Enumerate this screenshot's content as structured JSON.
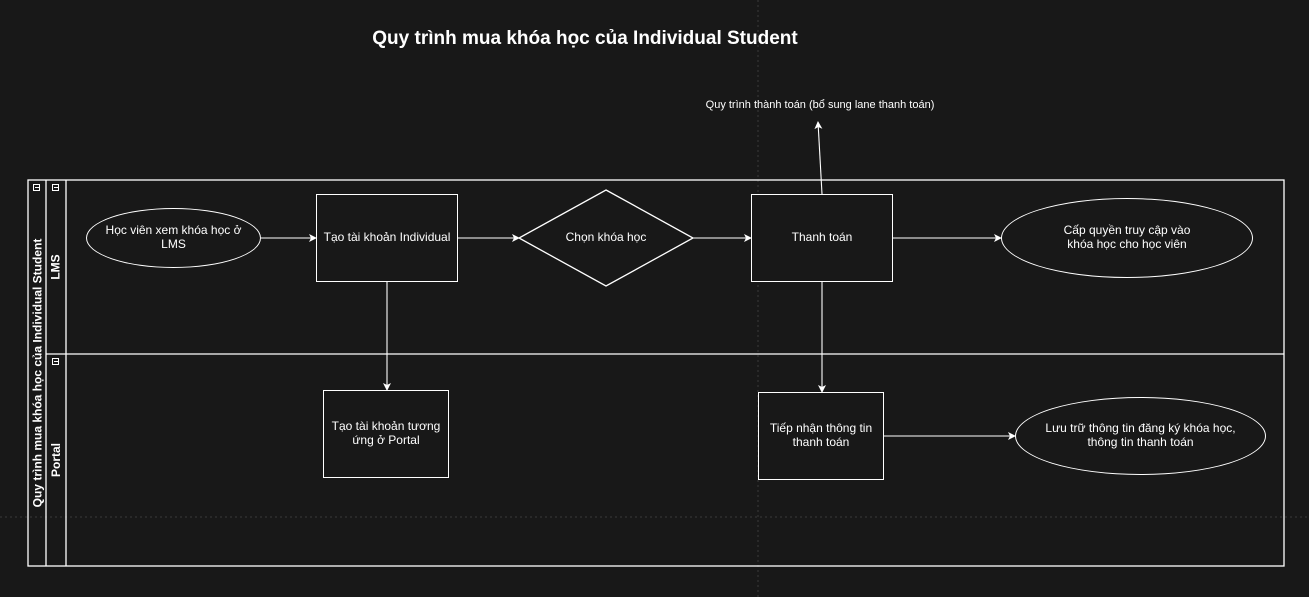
{
  "title": "Quy trình mua khóa học của Individual Student",
  "payment_note": "Quy trình thành toán (bổ sung lane thanh toán)",
  "pool": {
    "label": "Quy trình mua khóa học của Individual Student"
  },
  "lanes": [
    {
      "label": "LMS"
    },
    {
      "label": "Portal"
    }
  ],
  "nodes": {
    "view_course": "Học viên xem khóa học ở LMS",
    "create_individual": "Tạo tài khoản Individual",
    "choose_course": "Chọn khóa học",
    "payment": "Thanh toán",
    "grant_access": "Cấp quyền truy cập vào khóa học cho học viên",
    "create_portal": "Tạo tài khoản tương ứng ở Portal",
    "receive_payment": "Tiếp nhận thông tin thanh toán",
    "store_info": "Lưu trữ thông tin đăng ký khóa học, thông tin thanh toán"
  },
  "colors": {
    "background": "#181818",
    "stroke": "#ffffff",
    "grid": "#3a3a3a"
  }
}
